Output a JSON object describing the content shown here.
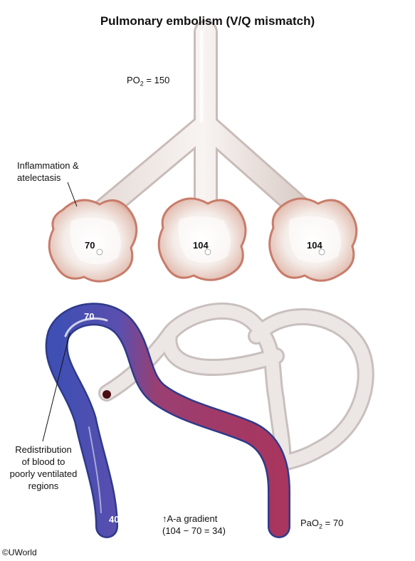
{
  "title": "Pulmonary embolism (V/Q mismatch)",
  "po2": {
    "prefix": "PO",
    "sub": "2",
    "suffix": " = 150"
  },
  "inflammation_label": [
    "Inflammation &",
    "atelectasis"
  ],
  "alveoli_values": [
    "70",
    "104",
    "104"
  ],
  "capillary": {
    "top_value": "70",
    "bottom_value": "40"
  },
  "redistribution_label": [
    "Redistribution",
    "of blood to",
    "poorly ventilated",
    "regions"
  ],
  "aa_gradient": {
    "arrow": "↑",
    "line1": "A-a gradient",
    "line2": "(104 − 70 = 34)"
  },
  "pao2": {
    "prefix": "PaO",
    "sub": "2",
    "suffix": " = 70"
  },
  "copyright": "©UWorld",
  "colors": {
    "deoxygenated": "#4553b6",
    "oxygenated": "#a8345c",
    "embolized_vessel": "#dcd4d2",
    "alveolus": "#eab8aa"
  }
}
